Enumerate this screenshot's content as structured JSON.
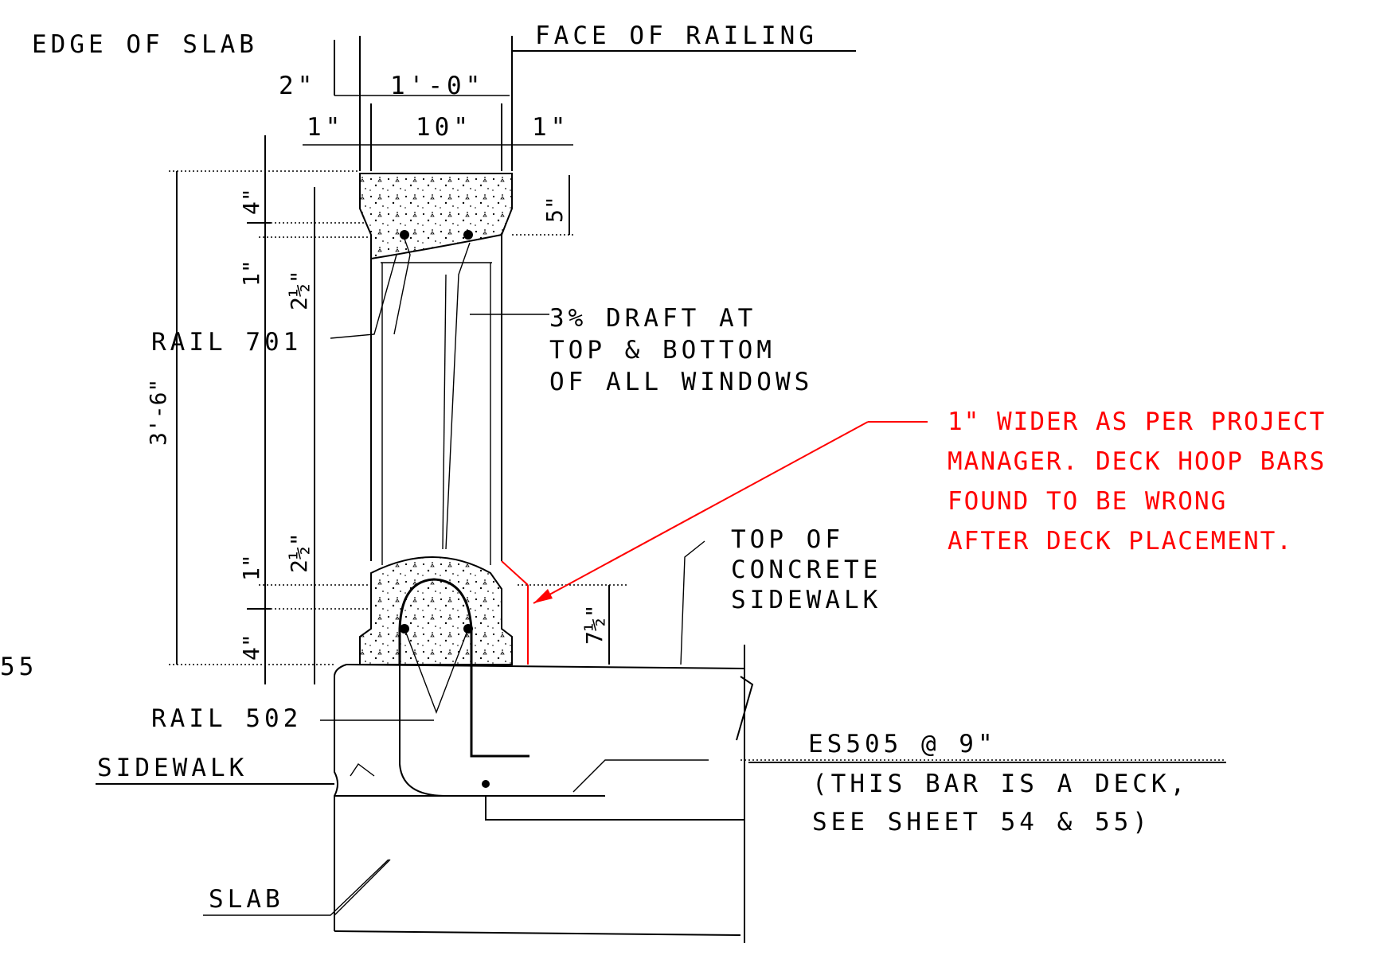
{
  "labels": {
    "edge_of_slab": "EDGE OF SLAB",
    "face_of_railing": "FACE OF RAILING",
    "dim_2in": "2\"",
    "dim_1ft0": "1'-0\"",
    "dim_1in_left": "1\"",
    "dim_10in": "10\"",
    "dim_1in_right": "1\"",
    "dim_4in_top": "4\"",
    "dim_1in_top": "1\"",
    "dim_2half_top": "2½\"",
    "dim_5in": "5\"",
    "dim_3ft6": "3'-6\"",
    "dim_2half_bottom": "2½\"",
    "dim_1in_bottom": "1\"",
    "dim_4in_bottom": "4\"",
    "dim_7half": "7½\"",
    "rail_701": "RAIL 701",
    "rail_502": "RAIL 502",
    "draft_line1": "3% DRAFT AT",
    "draft_line2": "TOP & BOTTOM",
    "draft_line3": "OF ALL WINDOWS",
    "top_sidewalk_line1": "TOP OF",
    "top_sidewalk_line2": "CONCRETE",
    "top_sidewalk_line3": "SIDEWALK",
    "sidewalk": "SIDEWALK",
    "slab": "SLAB",
    "es505": "ES505 @ 9\"",
    "deck_note_line1": "(THIS BAR IS A DECK,",
    "deck_note_line2": "SEE SHEET 54 & 55)",
    "edge_cut": "55"
  },
  "annotation": {
    "color": "#ff0000",
    "line1": "1\" WIDER AS PER PROJECT",
    "line2": "MANAGER. DECK HOOP BARS",
    "line3": "FOUND TO BE WRONG",
    "line4": "AFTER DECK PLACEMENT."
  }
}
